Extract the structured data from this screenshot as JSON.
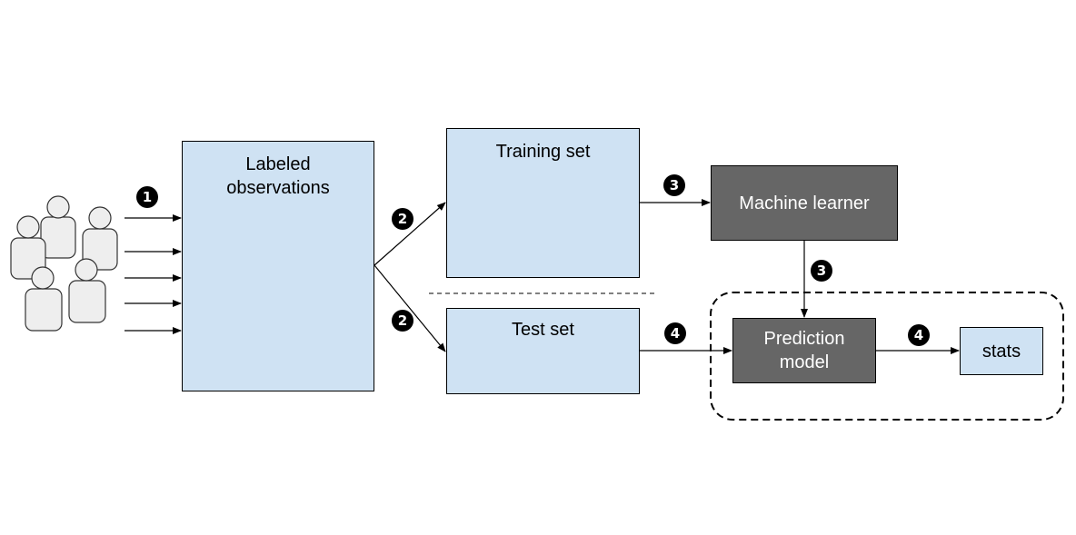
{
  "nodes": {
    "labeled": "Labeled\nobservations",
    "training": "Training set",
    "test": "Test set",
    "learner": "Machine learner",
    "prediction": "Prediction\nmodel",
    "stats": "stats"
  },
  "steps": {
    "s1": "1",
    "s2a": "2",
    "s2b": "2",
    "s3a": "3",
    "s3b": "3",
    "s4a": "4",
    "s4b": "4"
  },
  "colors": {
    "light_box": "#cfe2f3",
    "dark_box": "#666666",
    "person": "#eeeeee",
    "badge": "#000000"
  },
  "icons": [
    "people-group-icon"
  ]
}
